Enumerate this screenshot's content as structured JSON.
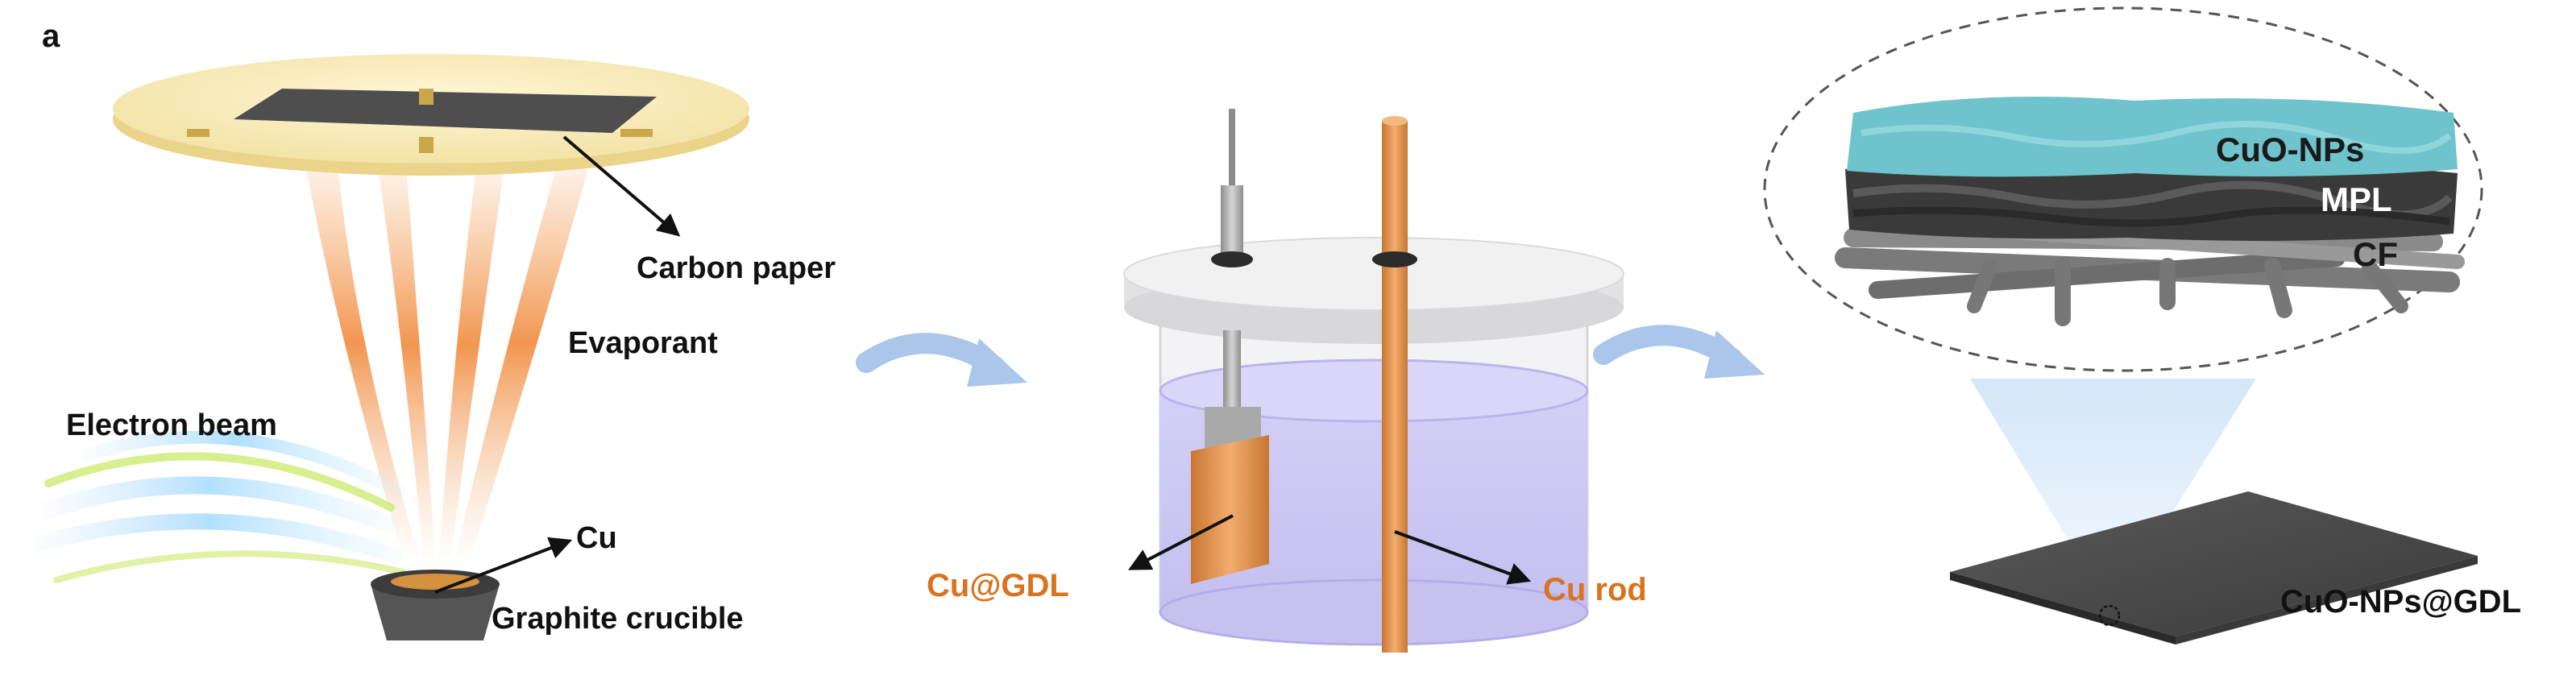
{
  "panel_letter": "a",
  "labels": {
    "carbon_paper": "Carbon paper",
    "evaporant": "Evaporant",
    "electron_beam": "Electron beam",
    "cu": "Cu",
    "graphite_crucible": "Graphite crucible",
    "cu_gdl": "Cu@GDL",
    "cu_rod": "Cu rod",
    "cuo_nps": "CuO-NPs",
    "mpl": "MPL",
    "cf": "CF",
    "cuo_nps_gdl": "CuO-NPs@GDL"
  },
  "colors": {
    "text_black": "#111111",
    "text_orange": "#d9731f",
    "copper": "#d98a4a",
    "electrolyte": "#c9c6f2",
    "nanoparticles": "#6fc3cc",
    "arrow_blue": "#aac6ea"
  }
}
